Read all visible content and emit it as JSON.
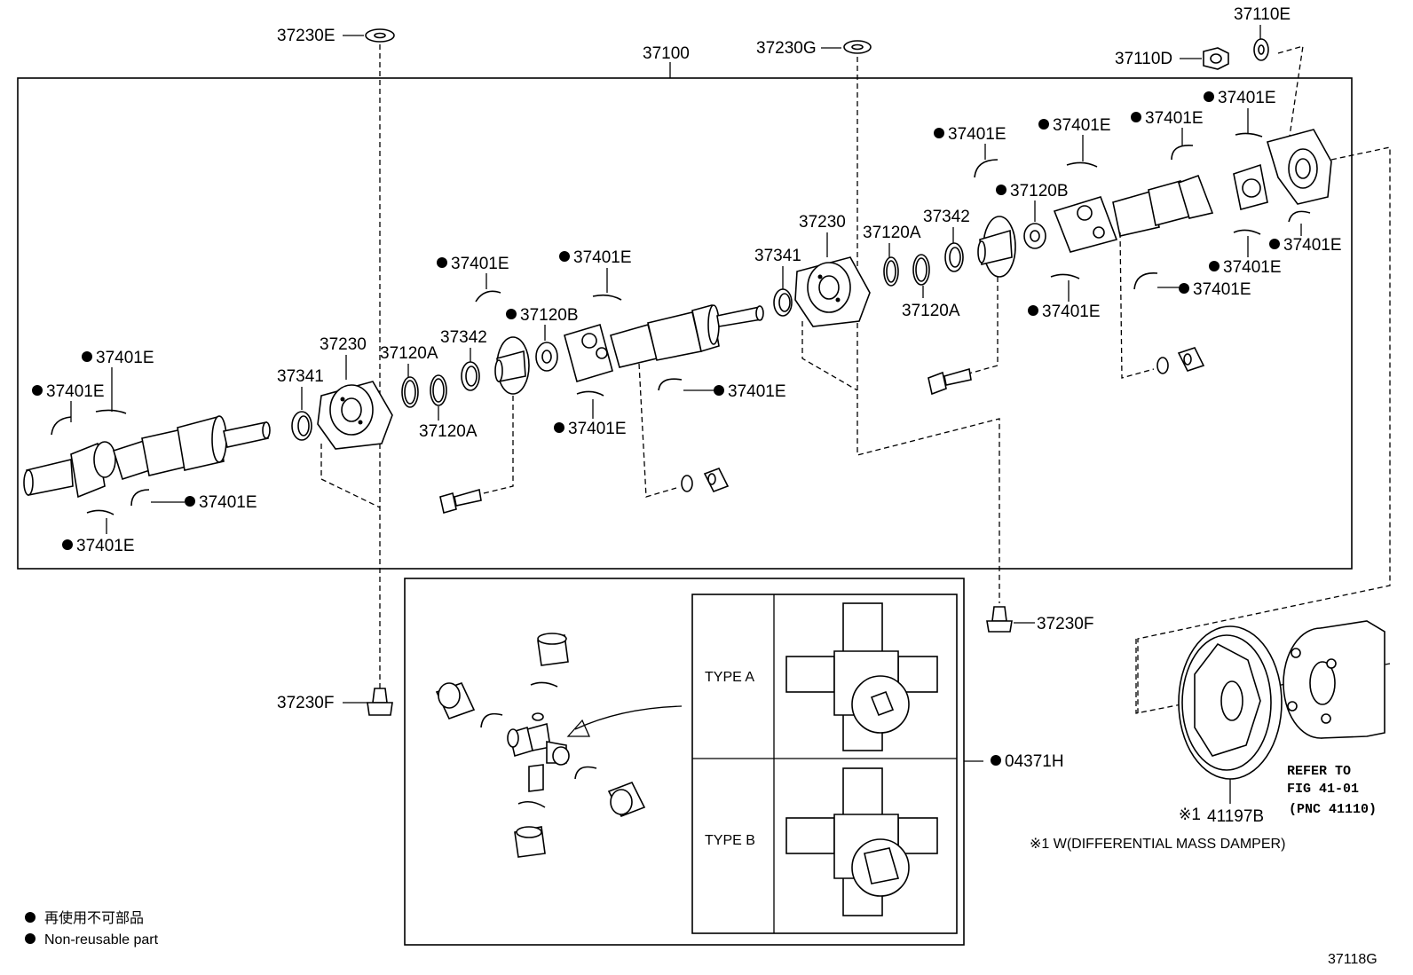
{
  "labels": {
    "main_assembly": "37100",
    "ring_top_left": "37230E",
    "ring_top_mid": "37230G",
    "nut_top_right": "37110D",
    "washer_top_right": "37110E",
    "bolt_right": "37230F",
    "bolt_left": "37230F",
    "kit": "04371H",
    "bearing_left": "37230",
    "bearing_right": "37230",
    "cushion_left": "37341",
    "cushion_right": "37341",
    "sleeve_left": "37342",
    "sleeve_right": "37342",
    "ring_a_left_1": "37120A",
    "ring_a_left_2": "37120A",
    "ring_a_right_1": "37120A",
    "ring_a_right_2": "37120A",
    "spacer_left": "37120B",
    "spacer_right": "37120B",
    "snap_ring": "37401E",
    "damper": "41197B",
    "damper_prefix": "※1",
    "figure_id": "37118G"
  },
  "types": {
    "a": "TYPE A",
    "b": "TYPE B"
  },
  "refer": {
    "line1": "REFER TO",
    "line2": "FIG 41-01",
    "line3": "(PNC 41110)"
  },
  "note": "※1 W(DIFFERENTIAL MASS DAMPER)",
  "legend": {
    "jp": "再使用不可部品",
    "en": "Non-reusable part"
  }
}
